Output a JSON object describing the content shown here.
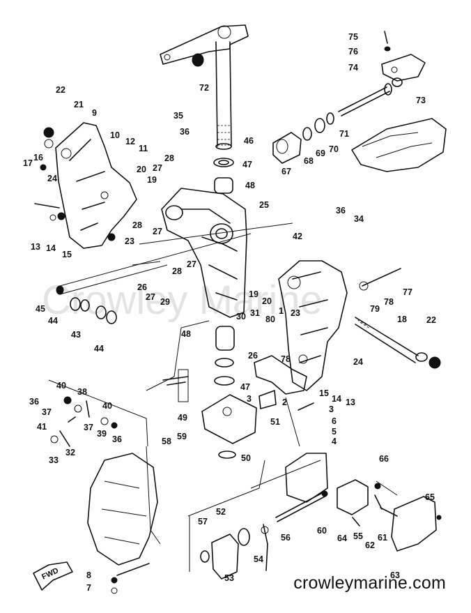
{
  "diagram": {
    "parts": [
      {
        "id": "p75",
        "label": "75"
      },
      {
        "id": "p76",
        "label": "76"
      },
      {
        "id": "p74",
        "label": "74"
      },
      {
        "id": "p73",
        "label": "73"
      },
      {
        "id": "p72",
        "label": "72"
      },
      {
        "id": "p71",
        "label": "71"
      },
      {
        "id": "p70",
        "label": "70"
      },
      {
        "id": "p69",
        "label": "69"
      },
      {
        "id": "p68",
        "label": "68"
      },
      {
        "id": "p67",
        "label": "67"
      },
      {
        "id": "p46",
        "label": "46"
      },
      {
        "id": "p47a",
        "label": "47"
      },
      {
        "id": "p48a",
        "label": "48"
      },
      {
        "id": "p22a",
        "label": "22"
      },
      {
        "id": "p21",
        "label": "21"
      },
      {
        "id": "p9",
        "label": "9"
      },
      {
        "id": "p35",
        "label": "35"
      },
      {
        "id": "p36a",
        "label": "36"
      },
      {
        "id": "p10",
        "label": "10"
      },
      {
        "id": "p12",
        "label": "12"
      },
      {
        "id": "p11",
        "label": "11"
      },
      {
        "id": "p28a",
        "label": "28"
      },
      {
        "id": "p27a",
        "label": "27"
      },
      {
        "id": "p16",
        "label": "16"
      },
      {
        "id": "p17",
        "label": "17"
      },
      {
        "id": "p24a",
        "label": "24"
      },
      {
        "id": "p20a",
        "label": "20"
      },
      {
        "id": "p19a",
        "label": "19"
      },
      {
        "id": "p25",
        "label": "25"
      },
      {
        "id": "p13a",
        "label": "13"
      },
      {
        "id": "p14a",
        "label": "14"
      },
      {
        "id": "p15a",
        "label": "15"
      },
      {
        "id": "p23a",
        "label": "23"
      },
      {
        "id": "p28b",
        "label": "28"
      },
      {
        "id": "p27b",
        "label": "27"
      },
      {
        "id": "p36b",
        "label": "36"
      },
      {
        "id": "p34",
        "label": "34"
      },
      {
        "id": "p42",
        "label": "42"
      },
      {
        "id": "p27c",
        "label": "27"
      },
      {
        "id": "p28c",
        "label": "28"
      },
      {
        "id": "p26a",
        "label": "26"
      },
      {
        "id": "p27d",
        "label": "27"
      },
      {
        "id": "p29",
        "label": "29"
      },
      {
        "id": "p45",
        "label": "45"
      },
      {
        "id": "p19b",
        "label": "19"
      },
      {
        "id": "p20b",
        "label": "20"
      },
      {
        "id": "p77",
        "label": "77"
      },
      {
        "id": "p78a",
        "label": "78"
      },
      {
        "id": "p79",
        "label": "79"
      },
      {
        "id": "p44a",
        "label": "44"
      },
      {
        "id": "p43",
        "label": "43"
      },
      {
        "id": "p44b",
        "label": "44"
      },
      {
        "id": "p30",
        "label": "30"
      },
      {
        "id": "p31",
        "label": "31"
      },
      {
        "id": "p1",
        "label": "1"
      },
      {
        "id": "p23b",
        "label": "23"
      },
      {
        "id": "p80",
        "label": "80"
      },
      {
        "id": "p18",
        "label": "18"
      },
      {
        "id": "p22b",
        "label": "22"
      },
      {
        "id": "p48b",
        "label": "48"
      },
      {
        "id": "p78b",
        "label": "78"
      },
      {
        "id": "p26b",
        "label": "26"
      },
      {
        "id": "p24b",
        "label": "24"
      },
      {
        "id": "p47b",
        "label": "47"
      },
      {
        "id": "p40a",
        "label": "40"
      },
      {
        "id": "p38",
        "label": "38"
      },
      {
        "id": "p36c",
        "label": "36"
      },
      {
        "id": "p37a",
        "label": "37"
      },
      {
        "id": "p40b",
        "label": "40"
      },
      {
        "id": "p3a",
        "label": "3"
      },
      {
        "id": "p2",
        "label": "2"
      },
      {
        "id": "p15b",
        "label": "15"
      },
      {
        "id": "p14b",
        "label": "14"
      },
      {
        "id": "p13b",
        "label": "13"
      },
      {
        "id": "p3b",
        "label": "3"
      },
      {
        "id": "p49",
        "label": "49"
      },
      {
        "id": "p51",
        "label": "51"
      },
      {
        "id": "p6",
        "label": "6"
      },
      {
        "id": "p5",
        "label": "5"
      },
      {
        "id": "p4",
        "label": "4"
      },
      {
        "id": "p41",
        "label": "41"
      },
      {
        "id": "p37b",
        "label": "37"
      },
      {
        "id": "p39",
        "label": "39"
      },
      {
        "id": "p36d",
        "label": "36"
      },
      {
        "id": "p32",
        "label": "32"
      },
      {
        "id": "p33",
        "label": "33"
      },
      {
        "id": "p58",
        "label": "58"
      },
      {
        "id": "p59",
        "label": "59"
      },
      {
        "id": "p50",
        "label": "50"
      },
      {
        "id": "p66",
        "label": "66"
      },
      {
        "id": "p65",
        "label": "65"
      },
      {
        "id": "p57",
        "label": "57"
      },
      {
        "id": "p52",
        "label": "52"
      },
      {
        "id": "p56",
        "label": "56"
      },
      {
        "id": "p60",
        "label": "60"
      },
      {
        "id": "p64",
        "label": "64"
      },
      {
        "id": "p55",
        "label": "55"
      },
      {
        "id": "p62",
        "label": "62"
      },
      {
        "id": "p61",
        "label": "61"
      },
      {
        "id": "p54",
        "label": "54"
      },
      {
        "id": "p53",
        "label": "53"
      },
      {
        "id": "p63",
        "label": "63"
      },
      {
        "id": "p8",
        "label": "8"
      },
      {
        "id": "p7",
        "label": "7"
      }
    ],
    "fwd_label": "FWD",
    "watermark": "crowleymarine.com",
    "faint_watermark": "Crowley Marine"
  }
}
